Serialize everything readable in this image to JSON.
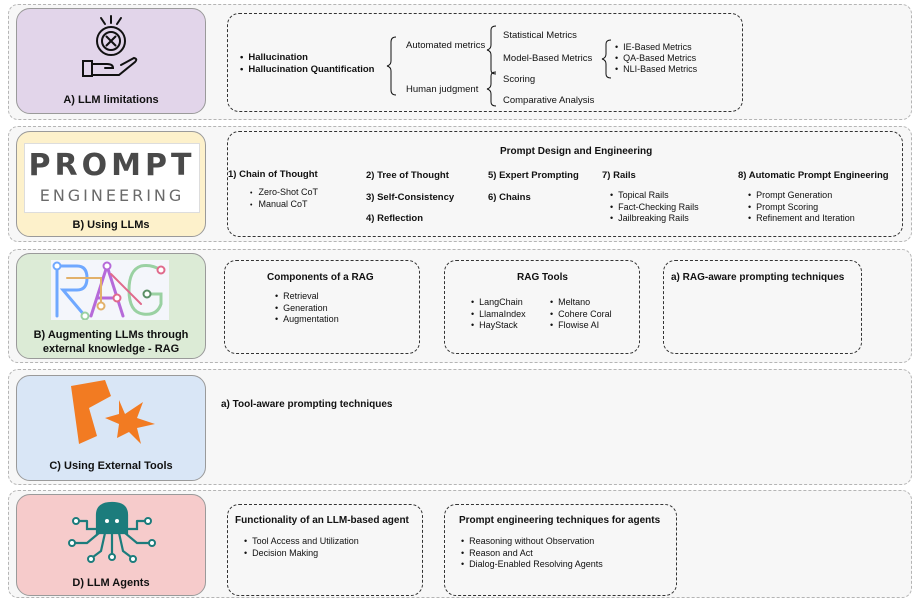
{
  "section_a": {
    "title": "A) LLM limitations",
    "left_items": [
      "Hallucination",
      "Hallucination Quantification"
    ],
    "automated": "Automated metrics",
    "statistical": "Statistical Metrics",
    "model_based": "Model-Based Metrics",
    "model_sub": [
      "IE-Based Metrics",
      "QA-Based Metrics",
      "NLI-Based Metrics"
    ],
    "human": "Human judgment",
    "human_sub": [
      "Scoring",
      "Comparative Analysis"
    ]
  },
  "section_b": {
    "title": "B) Using LLMs",
    "logo_top": "PROMPT",
    "logo_bottom": "ENGINEERING",
    "header": "Prompt Design and Engineering",
    "cot": "1) Chain of Thought",
    "cot_items": [
      "Zero-Shot CoT",
      "Manual CoT"
    ],
    "tot": "2) Tree of Thought",
    "sc": "3) Self-Consistency",
    "refl": "4) Reflection",
    "expert": "5) Expert Prompting",
    "chains": "6) Chains",
    "rails": "7) Rails",
    "rails_items": [
      "Topical Rails",
      "Fact-Checking Rails",
      "Jailbreaking Rails"
    ],
    "ape": "8) Automatic Prompt Engineering",
    "ape_items": [
      "Prompt Generation",
      "Prompt Scoring",
      "Refinement and Iteration"
    ]
  },
  "section_rag": {
    "title_line1": "B) Augmenting LLMs through",
    "title_line2": "external knowledge - RAG",
    "components_title": "Components of a RAG",
    "components": [
      "Retrieval",
      "Generation",
      "Augmentation"
    ],
    "tools_title": "RAG Tools",
    "tools_col1": [
      "LangChain",
      "LlamaIndex",
      "HayStack"
    ],
    "tools_col2": [
      "Meltano",
      "Cohere Coral",
      "Flowise AI"
    ],
    "aware": "a) RAG-aware prompting techniques"
  },
  "section_c": {
    "title": "C) Using External Tools",
    "aware": "a) Tool-aware prompting techniques"
  },
  "section_d": {
    "title": "D) LLM Agents",
    "func_title": "Functionality of an LLM-based agent",
    "func_items": [
      "Tool Access and Utilization",
      "Decision Making"
    ],
    "pe_title": "Prompt engineering techniques for agents",
    "pe_items": [
      "Reasoning without Observation",
      "Reason and Act",
      "Dialog-Enabled Resolving Agents"
    ]
  },
  "colors": {
    "card_a": "#e2d5ea",
    "card_b": "#fdf1cb",
    "card_rag": "#dcebd6",
    "card_c": "#d9e6f6",
    "card_d": "#f6cbcb",
    "tool_icon": "#f27b22",
    "agent_icon": "#1c7c7c"
  }
}
